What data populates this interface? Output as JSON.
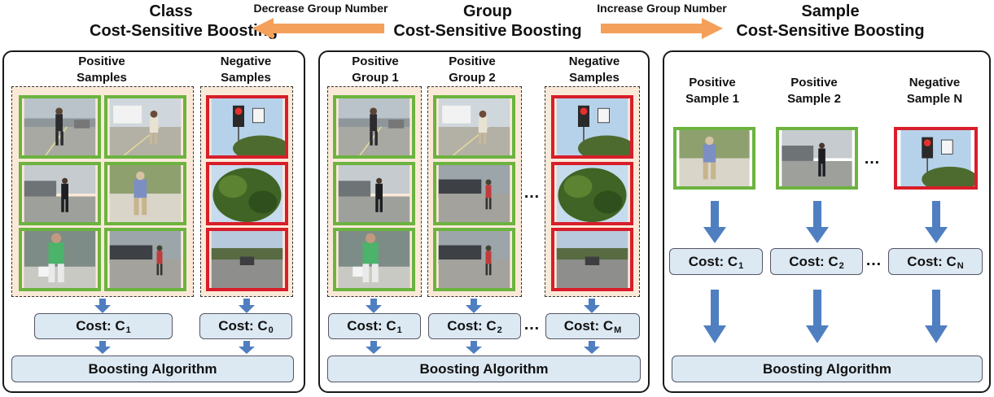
{
  "header": {
    "class_title_line1": "Class",
    "class_title_line2": "Cost-Sensitive Boosting",
    "group_title_line1": "Group",
    "group_title_line2": "Cost-Sensitive Boosting",
    "sample_title_line1": "Sample",
    "sample_title_line2": "Cost-Sensitive Boosting",
    "decrease_label": "Decrease Group Number",
    "increase_label": "Increase Group Number"
  },
  "colors": {
    "arrow_orange": "#f4a05a",
    "arrow_blue": "#4f7fc1",
    "positive_border": "#6cb33f",
    "negative_border": "#d81e2a",
    "cost_fill": "#dce9f3",
    "group_fill": "#fbe9d8"
  },
  "class_panel": {
    "positive_label_line1": "Positive",
    "positive_label_line2": "Samples",
    "negative_label_line1": "Negative",
    "negative_label_line2": "Samples",
    "cost_pos": "Cost: C",
    "cost_pos_sub": "1",
    "cost_neg": "Cost: C",
    "cost_neg_sub": "0",
    "algorithm": "Boosting Algorithm"
  },
  "group_panel": {
    "pos1_line1": "Positive",
    "pos1_line2": "Group 1",
    "pos2_line1": "Positive",
    "pos2_line2": "Group 2",
    "neg_line1": "Negative",
    "neg_line2": "Samples",
    "ellipsis": "…",
    "cost1": "Cost: C",
    "cost1_sub": "1",
    "cost2": "Cost: C",
    "cost2_sub": "2",
    "costm": "Cost: C",
    "costm_sub": "M",
    "algorithm": "Boosting Algorithm"
  },
  "sample_panel": {
    "s1_line1": "Positive",
    "s1_line2": "Sample 1",
    "s2_line1": "Positive",
    "s2_line2": "Sample 2",
    "sn_line1": "Negative",
    "sn_line2": "Sample N",
    "ellipsis": "…",
    "cost1": "Cost: C",
    "cost1_sub": "1",
    "cost2": "Cost: C",
    "cost2_sub": "2",
    "costn": "Cost: C",
    "costn_sub": "N",
    "algorithm": "Boosting Algorithm"
  }
}
